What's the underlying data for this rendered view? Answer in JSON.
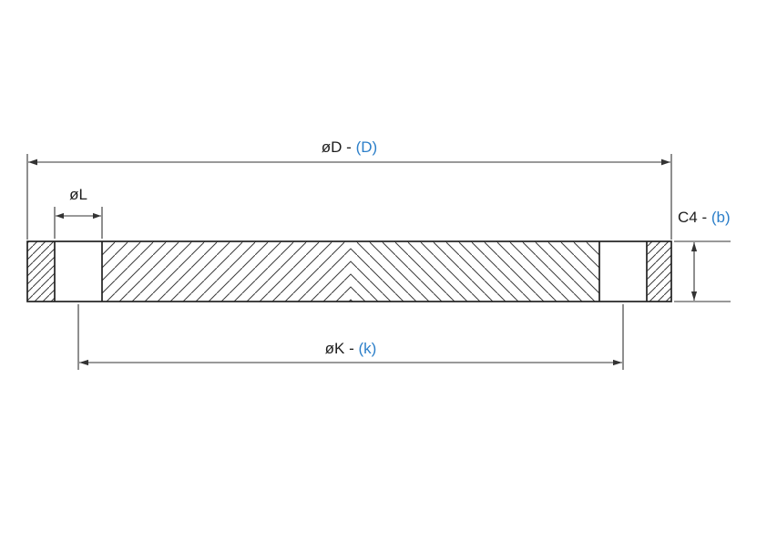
{
  "diagram": {
    "kind": "flange-cross-section-drawing",
    "colors": {
      "background": "#ffffff",
      "linework": "#333333",
      "outline": "#222222",
      "hatch": "#3a3a3a",
      "label_text": "#1d1d1d",
      "label_accent": "#2c7fc9"
    },
    "labels": {
      "outer_diameter": {
        "prefix": "øD - ",
        "symbol": "(D)"
      },
      "hole_diameter": {
        "prefix": "øL",
        "symbol": ""
      },
      "thickness": {
        "prefix": "C4 - ",
        "symbol": "(b)"
      },
      "bolt_circle": {
        "prefix": "øK - ",
        "symbol": "(k)"
      }
    }
  }
}
